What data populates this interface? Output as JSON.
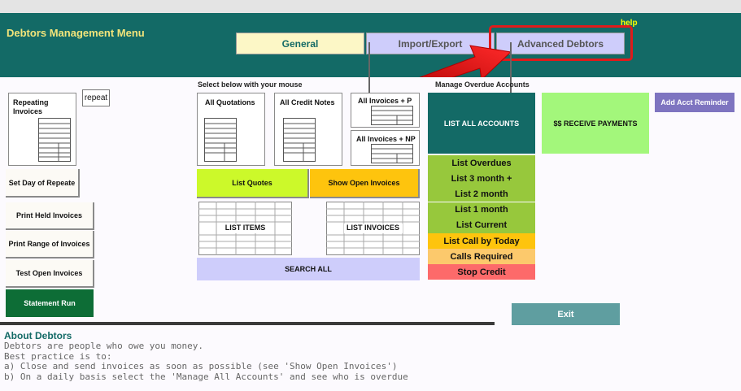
{
  "header": {
    "title": "Debtors Management Menu",
    "help": "help",
    "tabs": [
      {
        "label": "General"
      },
      {
        "label": "Import/Export"
      },
      {
        "label": "Advanced Debtors"
      }
    ]
  },
  "section_labels": {
    "select": "Select below with your mouse",
    "overdue": "Manage Overdue Accounts"
  },
  "left": {
    "repeating_invoices": "Repeating Invoices",
    "repeat": "repeat",
    "set_day": "Set Day of Repeate",
    "print_held": "Print Held Invoices",
    "print_range": "Print Range of Invoices",
    "test_open": "Test Open Invoices",
    "statement_run": "Statement Run"
  },
  "middle": {
    "all_quotations": "All Quotations",
    "all_credit_notes": "All Credit Notes",
    "all_invoices_p": "All Invoices + P",
    "all_invoices_np": "All Invoices + NP",
    "list_quotes": "List Quotes",
    "show_open_invoices": "Show Open Invoices",
    "list_items": "LIST ITEMS",
    "list_invoices": "LIST INVOICES",
    "search_all": "SEARCH ALL"
  },
  "overdue": {
    "list_all_accounts": "LIST ALL ACCOUNTS",
    "receive_payments": "$$ RECEIVE PAYMENTS",
    "add_acct_reminder": "Add Acct Reminder",
    "items": [
      {
        "label": "List Overdues",
        "color": "#97c83c"
      },
      {
        "label": "List 3 month +",
        "color": "#97c83c"
      },
      {
        "label": "List 2 month",
        "color": "#97c83c"
      },
      {
        "label": "List 1 month",
        "color": "#97c83c"
      },
      {
        "label": "List Current",
        "color": "#97c83c"
      },
      {
        "label": "List Call by Today",
        "color": "#fec40d"
      },
      {
        "label": "Calls Required",
        "color": "#fcc96c"
      },
      {
        "label": "Stop Credit",
        "color": "#fd6a6a"
      }
    ]
  },
  "exit": "Exit",
  "about": {
    "heading": "About Debtors",
    "lines": [
      "Debtors are people who owe you money.",
      "Best practice is to:",
      "a) Close and send invoices as soon as possible (see 'Show Open Invoices')",
      "b) On a daily basis select the 'Manage All Accounts' and see who is overdue"
    ]
  },
  "colors": {
    "header_bg": "#136a66",
    "title": "#f2e47a",
    "annotation_red": "#e01b1b"
  }
}
